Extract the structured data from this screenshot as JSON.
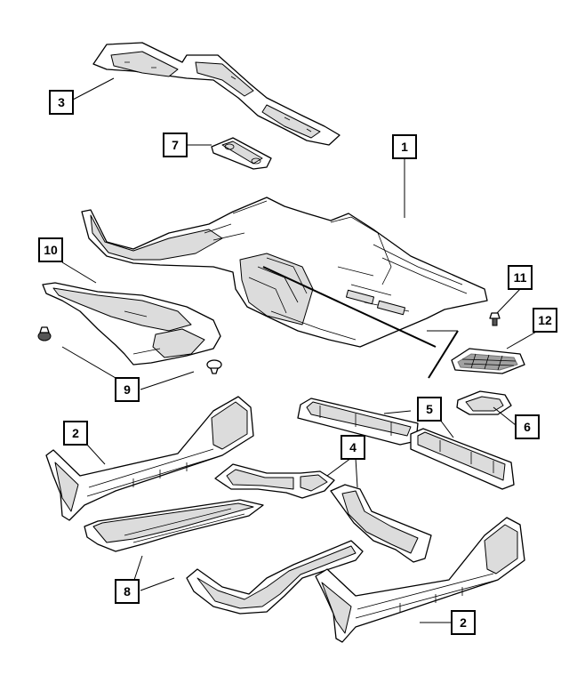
{
  "diagram": {
    "callouts": [
      {
        "id": "callout-1",
        "label": "1"
      },
      {
        "id": "callout-2a",
        "label": "2"
      },
      {
        "id": "callout-2b",
        "label": "2"
      },
      {
        "id": "callout-3",
        "label": "3"
      },
      {
        "id": "callout-4",
        "label": "4"
      },
      {
        "id": "callout-5",
        "label": "5"
      },
      {
        "id": "callout-6",
        "label": "6"
      },
      {
        "id": "callout-7",
        "label": "7"
      },
      {
        "id": "callout-8",
        "label": "8"
      },
      {
        "id": "callout-9",
        "label": "9"
      },
      {
        "id": "callout-10",
        "label": "10"
      },
      {
        "id": "callout-11",
        "label": "11"
      },
      {
        "id": "callout-12",
        "label": "12"
      }
    ],
    "colors": {
      "line": "#000000",
      "background": "#ffffff",
      "shade": "#dcdcdc"
    }
  }
}
